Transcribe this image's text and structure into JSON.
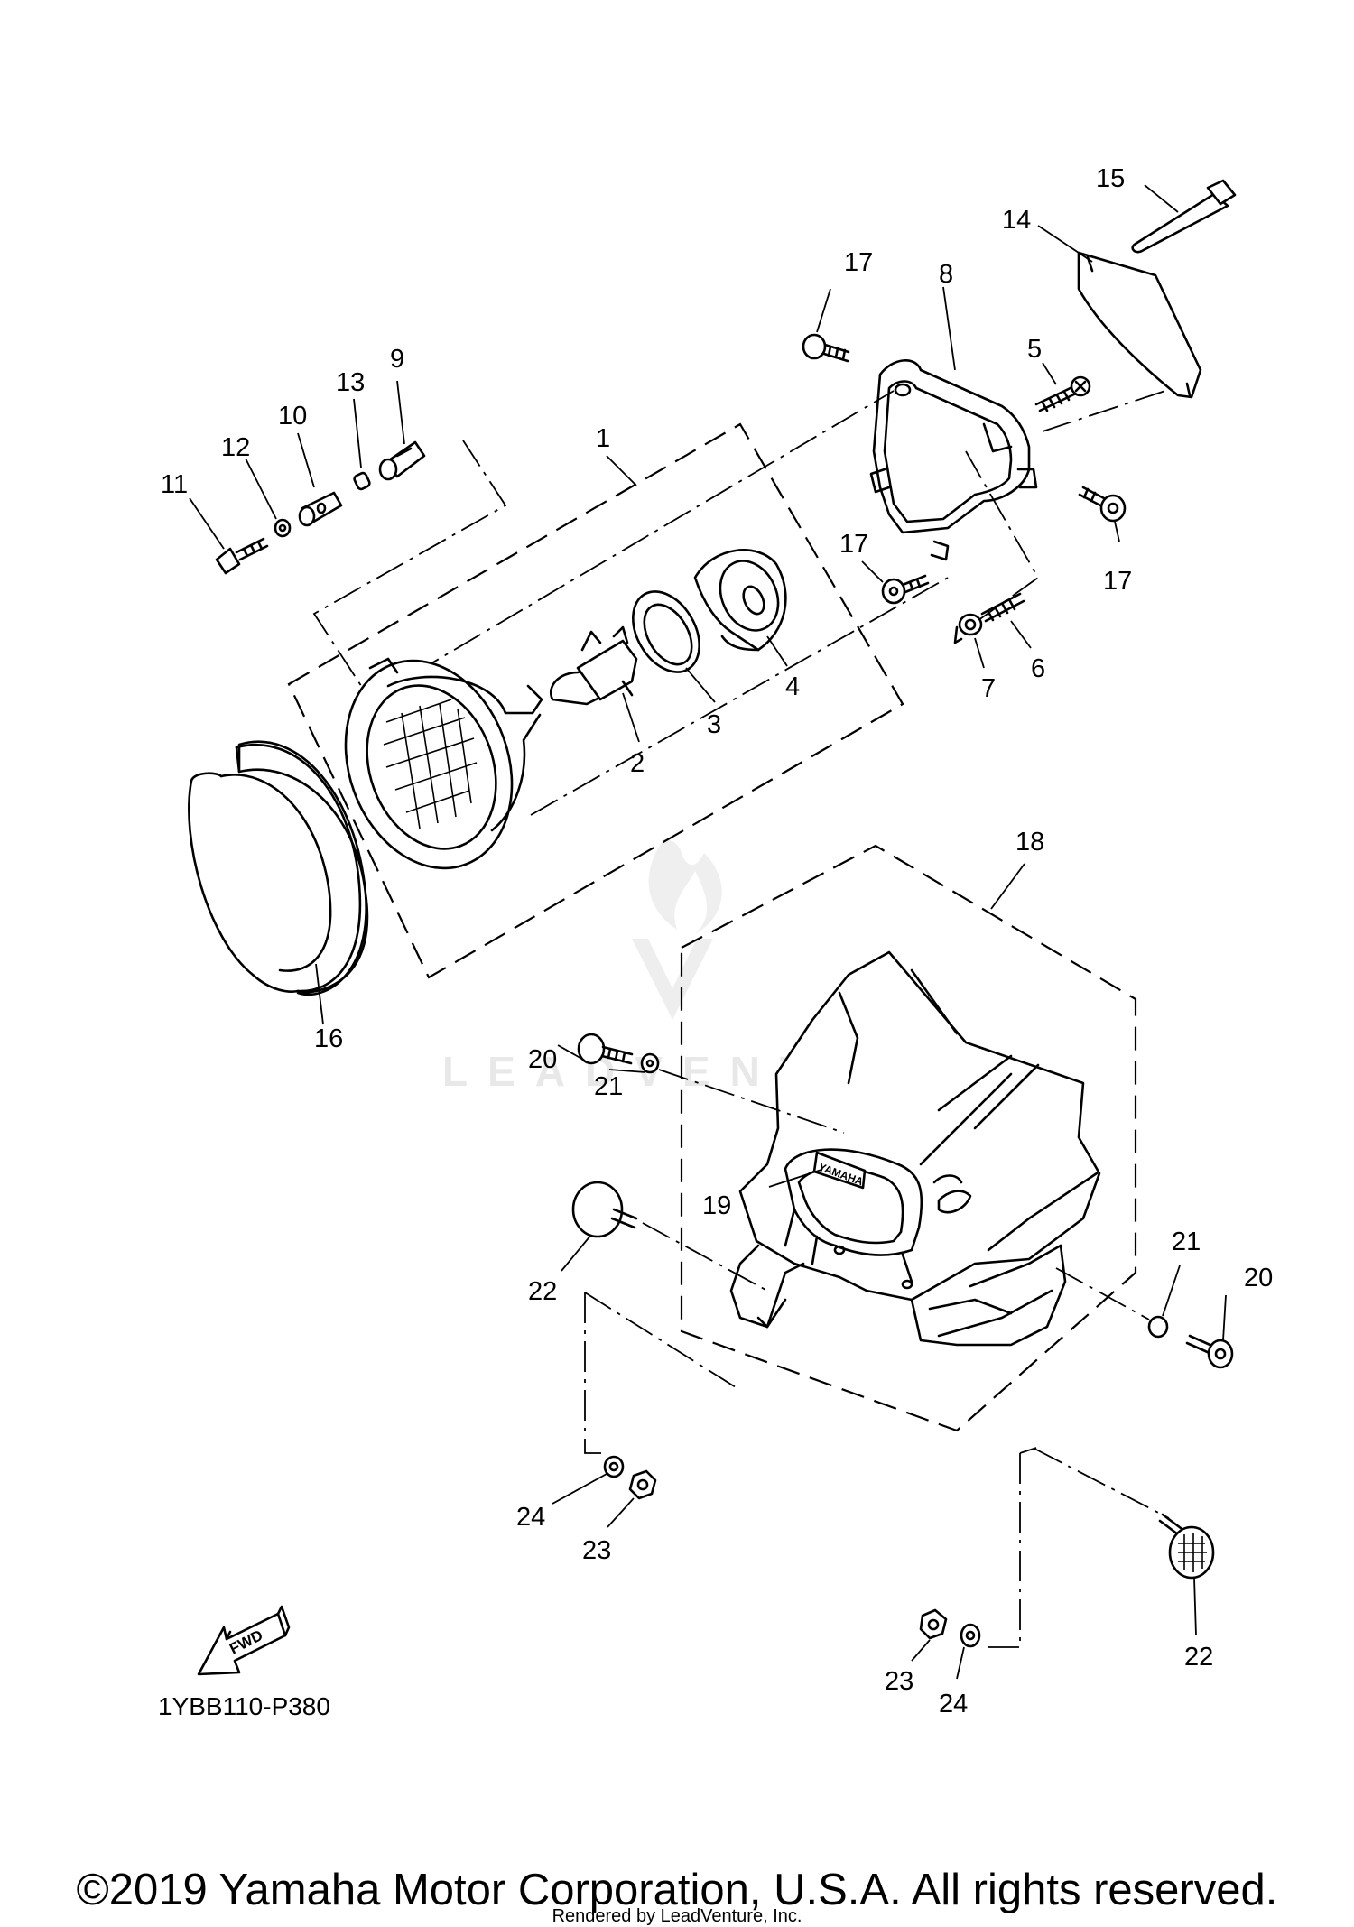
{
  "diagram": {
    "callouts": [
      {
        "id": "1",
        "text": "1"
      },
      {
        "id": "2",
        "text": "2"
      },
      {
        "id": "3",
        "text": "3"
      },
      {
        "id": "4",
        "text": "4"
      },
      {
        "id": "5",
        "text": "5"
      },
      {
        "id": "6",
        "text": "6"
      },
      {
        "id": "7",
        "text": "7"
      },
      {
        "id": "8",
        "text": "8"
      },
      {
        "id": "9",
        "text": "9"
      },
      {
        "id": "10",
        "text": "10"
      },
      {
        "id": "11",
        "text": "11"
      },
      {
        "id": "12",
        "text": "12"
      },
      {
        "id": "13",
        "text": "13"
      },
      {
        "id": "14",
        "text": "14"
      },
      {
        "id": "15",
        "text": "15"
      },
      {
        "id": "16",
        "text": "16"
      },
      {
        "id": "17a",
        "text": "17"
      },
      {
        "id": "17b",
        "text": "17"
      },
      {
        "id": "17c",
        "text": "17"
      },
      {
        "id": "18",
        "text": "18"
      },
      {
        "id": "19",
        "text": "19"
      },
      {
        "id": "20a",
        "text": "20"
      },
      {
        "id": "20b",
        "text": "20"
      },
      {
        "id": "21a",
        "text": "21"
      },
      {
        "id": "21b",
        "text": "21"
      },
      {
        "id": "22a",
        "text": "22"
      },
      {
        "id": "22b",
        "text": "22"
      },
      {
        "id": "23a",
        "text": "23"
      },
      {
        "id": "23b",
        "text": "23"
      },
      {
        "id": "24a",
        "text": "24"
      },
      {
        "id": "24b",
        "text": "24"
      }
    ],
    "fwd_arrow_text": "FWD",
    "emblem_text": "YAMAHA",
    "diagram_code": "1YBB110-P380"
  },
  "watermark": {
    "text": "LEADVENTURE"
  },
  "footer": {
    "copyright": "©2019 Yamaha Motor Corporation, U.S.A. All rights reserved.",
    "rendered_by": "Rendered by LeadVenture, Inc."
  }
}
